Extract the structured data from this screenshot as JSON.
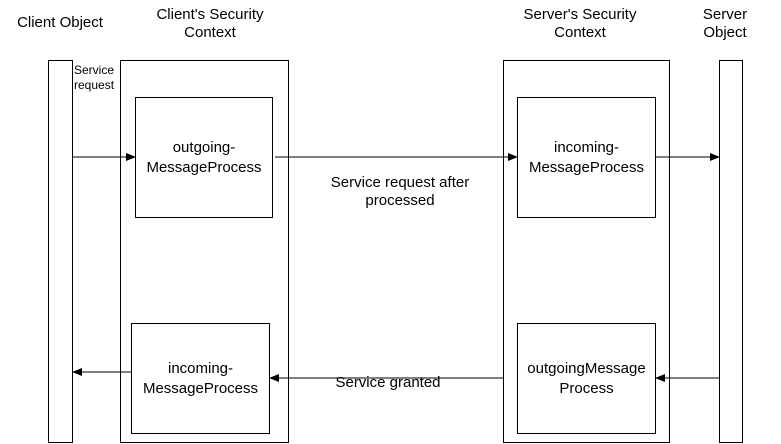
{
  "columns": {
    "client_object": "Client Object",
    "client_context_line1": "Client's Security",
    "client_context_line2": "Context",
    "server_context_line1": "Server's Security",
    "server_context_line2": "Context",
    "server_object_line1": "Server",
    "server_object_line2": "Object"
  },
  "boxes": {
    "client_outgoing_line1": "outgoing-",
    "client_outgoing_line2": "MessageProcess",
    "client_incoming_line1": "incoming-",
    "client_incoming_line2": "MessageProcess",
    "server_incoming_line1": "incoming-",
    "server_incoming_line2": "MessageProcess",
    "server_outgoing_line1": "outgoingMessage",
    "server_outgoing_line2": "Process"
  },
  "labels": {
    "service_request_line1": "Service",
    "service_request_line2": "request",
    "after_processed_line1": "Service request after",
    "after_processed_line2": "processed",
    "service_granted": "Service granted"
  }
}
